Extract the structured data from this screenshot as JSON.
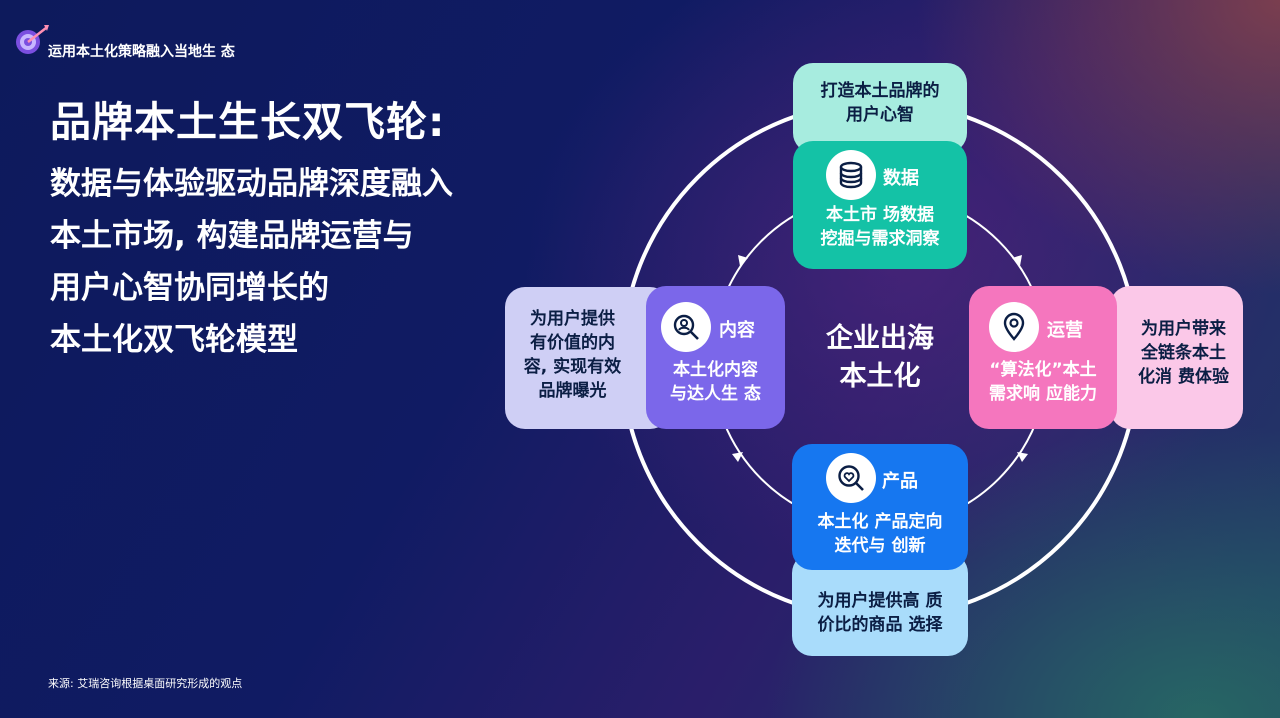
{
  "header": {
    "section_title": "运用本土化策略融入当地生 态"
  },
  "headline": {
    "title": "品牌本土生长双飞轮:",
    "subtitle_lines": [
      "数据与体验驱动品牌深度融入",
      "本土市场, 构建品牌运营与",
      "用户心智协同增长的",
      "本土化双飞轮模型"
    ]
  },
  "diagram": {
    "center_lines": [
      "企业出海",
      "本土化"
    ],
    "top": {
      "outer_lines": [
        "打造本土品牌的",
        "用户心智"
      ],
      "label": "数据",
      "inner_lines": [
        "本土市 场数据",
        "挖掘与需求洞察"
      ],
      "icon": "database-icon"
    },
    "left": {
      "outer_lines": [
        "为用户提供",
        "有价值的内",
        "容, 实现有效",
        "品牌曝光"
      ],
      "label": "内容",
      "inner_lines": [
        "本土化内容",
        "与达人生 态"
      ],
      "icon": "search-user-icon"
    },
    "right": {
      "outer_lines": [
        "为用户带来",
        "全链条本土",
        "化消 费体验"
      ],
      "label": "运营",
      "inner_lines": [
        "“算法化”本土",
        "需求响 应能力"
      ],
      "icon": "location-pin-icon"
    },
    "bottom": {
      "outer_lines": [
        "为用户提供高 质",
        "价比的商品 选择"
      ],
      "label": "产品",
      "inner_lines": [
        "本土化 产品定向",
        "迭代与 创新"
      ],
      "icon": "heart-search-icon"
    },
    "colors": {
      "data": "#14c2a6",
      "content": "#7b67ea",
      "operation": "#f576be",
      "product": "#1677f0"
    }
  },
  "footer": {
    "source": "来源: 艾瑞咨询根据桌面研究形成的观点"
  }
}
